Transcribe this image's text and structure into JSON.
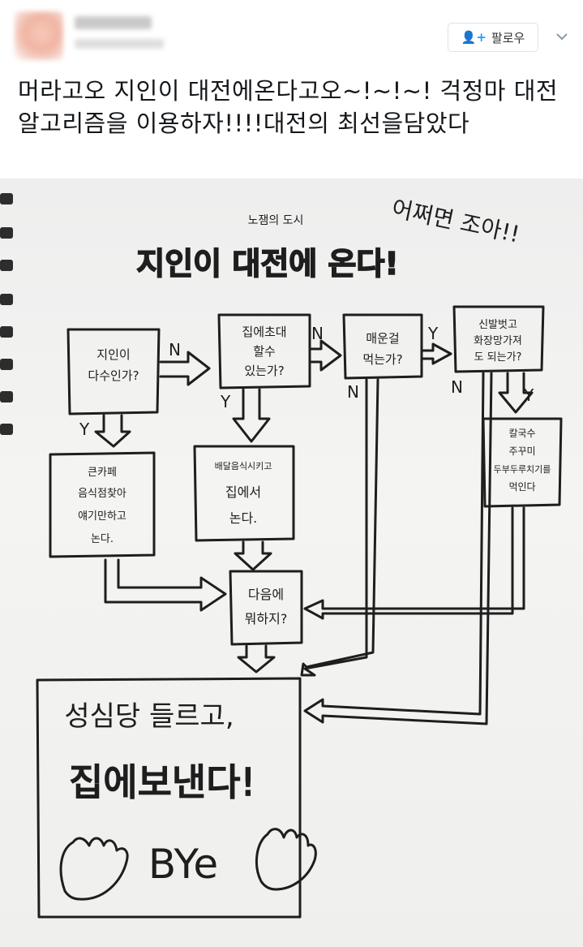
{
  "tweet": {
    "text": "머라고오 지인이 대전에온다고오~!~!~! 걱정마 대전 알고리즘을 이용하자!!!!대전의 최선을담았다",
    "follow_label": "팔로우",
    "follow_icon": "add-user-icon",
    "menu_icon": "chevron-down-icon"
  },
  "drawing": {
    "subtitle": "노잼의 도시",
    "title": "지인이 대전에 온다!",
    "exclaim": "어쩌면 조아!!",
    "nodes": {
      "q1": [
        "지인이",
        "다수인가?"
      ],
      "q2": [
        "집에초대",
        "할수",
        "있는가?"
      ],
      "q3": [
        "매운걸",
        "먹는가?"
      ],
      "q4": [
        "신발벗고",
        "화장망가져",
        "도 되는가?"
      ],
      "a1": [
        "큰카페",
        "음식점찾아",
        "얘기만하고",
        "논다."
      ],
      "a2": [
        "배달음식시키고",
        "집에서",
        "논다."
      ],
      "a4": [
        "칼국수",
        "주꾸미",
        "두부두루치기를",
        "먹인다"
      ],
      "next": [
        "다음에",
        "뭐하지?"
      ],
      "final": [
        "성심당 들르고,",
        "집에보낸다!",
        "BYe"
      ]
    },
    "labels": {
      "yes": "Y",
      "no": "N"
    }
  }
}
